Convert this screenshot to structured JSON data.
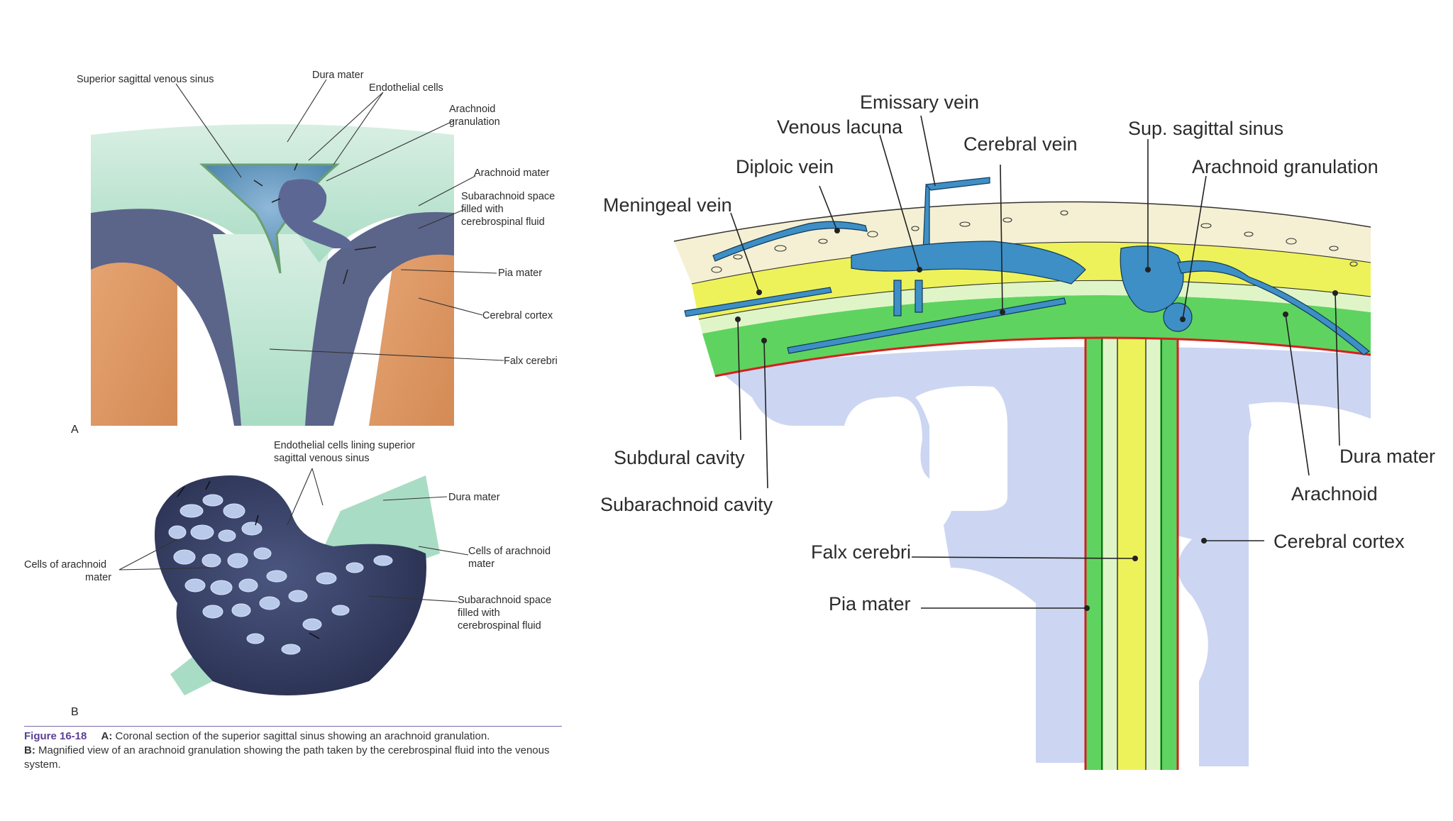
{
  "figureA": {
    "panel_label": "A",
    "labels": {
      "superior_sagittal_venous_sinus": "Superior sagittal venous sinus",
      "dura_mater": "Dura mater",
      "endothelial_cells": "Endothelial cells",
      "arachnoid_granulation": [
        "Arachnoid",
        "granulation"
      ],
      "arachnoid_mater": "Arachnoid mater",
      "subarachnoid_space": [
        "Subarachnoid space",
        "filled with",
        "cerebrospinal fluid"
      ],
      "pia_mater": "Pia mater",
      "cerebral_cortex": "Cerebral cortex",
      "falx_cerebri": "Falx cerebri"
    }
  },
  "figureB": {
    "panel_label": "B",
    "labels": {
      "endothelial_lining": [
        "Endothelial cells lining superior",
        "sagittal venous sinus"
      ],
      "dura_mater": "Dura mater",
      "cells_of_arachnoid_left": [
        "Cells of arachnoid",
        "mater"
      ],
      "cells_of_arachnoid_right": [
        "Cells of arachnoid",
        "mater"
      ],
      "subarachnoid_space": [
        "Subarachnoid space",
        "filled with",
        "cerebrospinal fluid"
      ]
    }
  },
  "caption": {
    "figure_number": "Figure 16-18",
    "a_tag": "A:",
    "a_text": "Coronal section of the superior sagittal sinus showing an arachnoid granulation.",
    "b_tag": "B:",
    "b_text": "Magnified view of an arachnoid granulation showing the path taken by the cerebrospinal fluid into the venous system."
  },
  "right_diagram": {
    "labels": {
      "emissary_vein": "Emissary vein",
      "venous_lacuna": "Venous lacuna",
      "cerebral_vein": "Cerebral vein",
      "sup_sagittal_sinus": "Sup. sagittal sinus",
      "diploic_vein": "Diploic vein",
      "arachnoid_granulation": "Arachnoid granulation",
      "meningeal_vein": "Meningeal vein",
      "subdural_cavity": "Subdural cavity",
      "subarachnoid_cavity": "Subarachnoid cavity",
      "dura_mater": "Dura mater",
      "arachnoid": "Arachnoid",
      "cerebral_cortex": "Cerebral cortex",
      "falx_cerebri": "Falx cerebri",
      "pia_mater": "Pia mater"
    },
    "colors": {
      "vein": "#3d8fc6",
      "bone": "#f5f0d3",
      "dura": "#eef25a",
      "arachnoid": "#dff5c8",
      "subarachnoid": "#5fd35f",
      "cortex": "#ccd6f2",
      "pia": "#d42020"
    }
  }
}
